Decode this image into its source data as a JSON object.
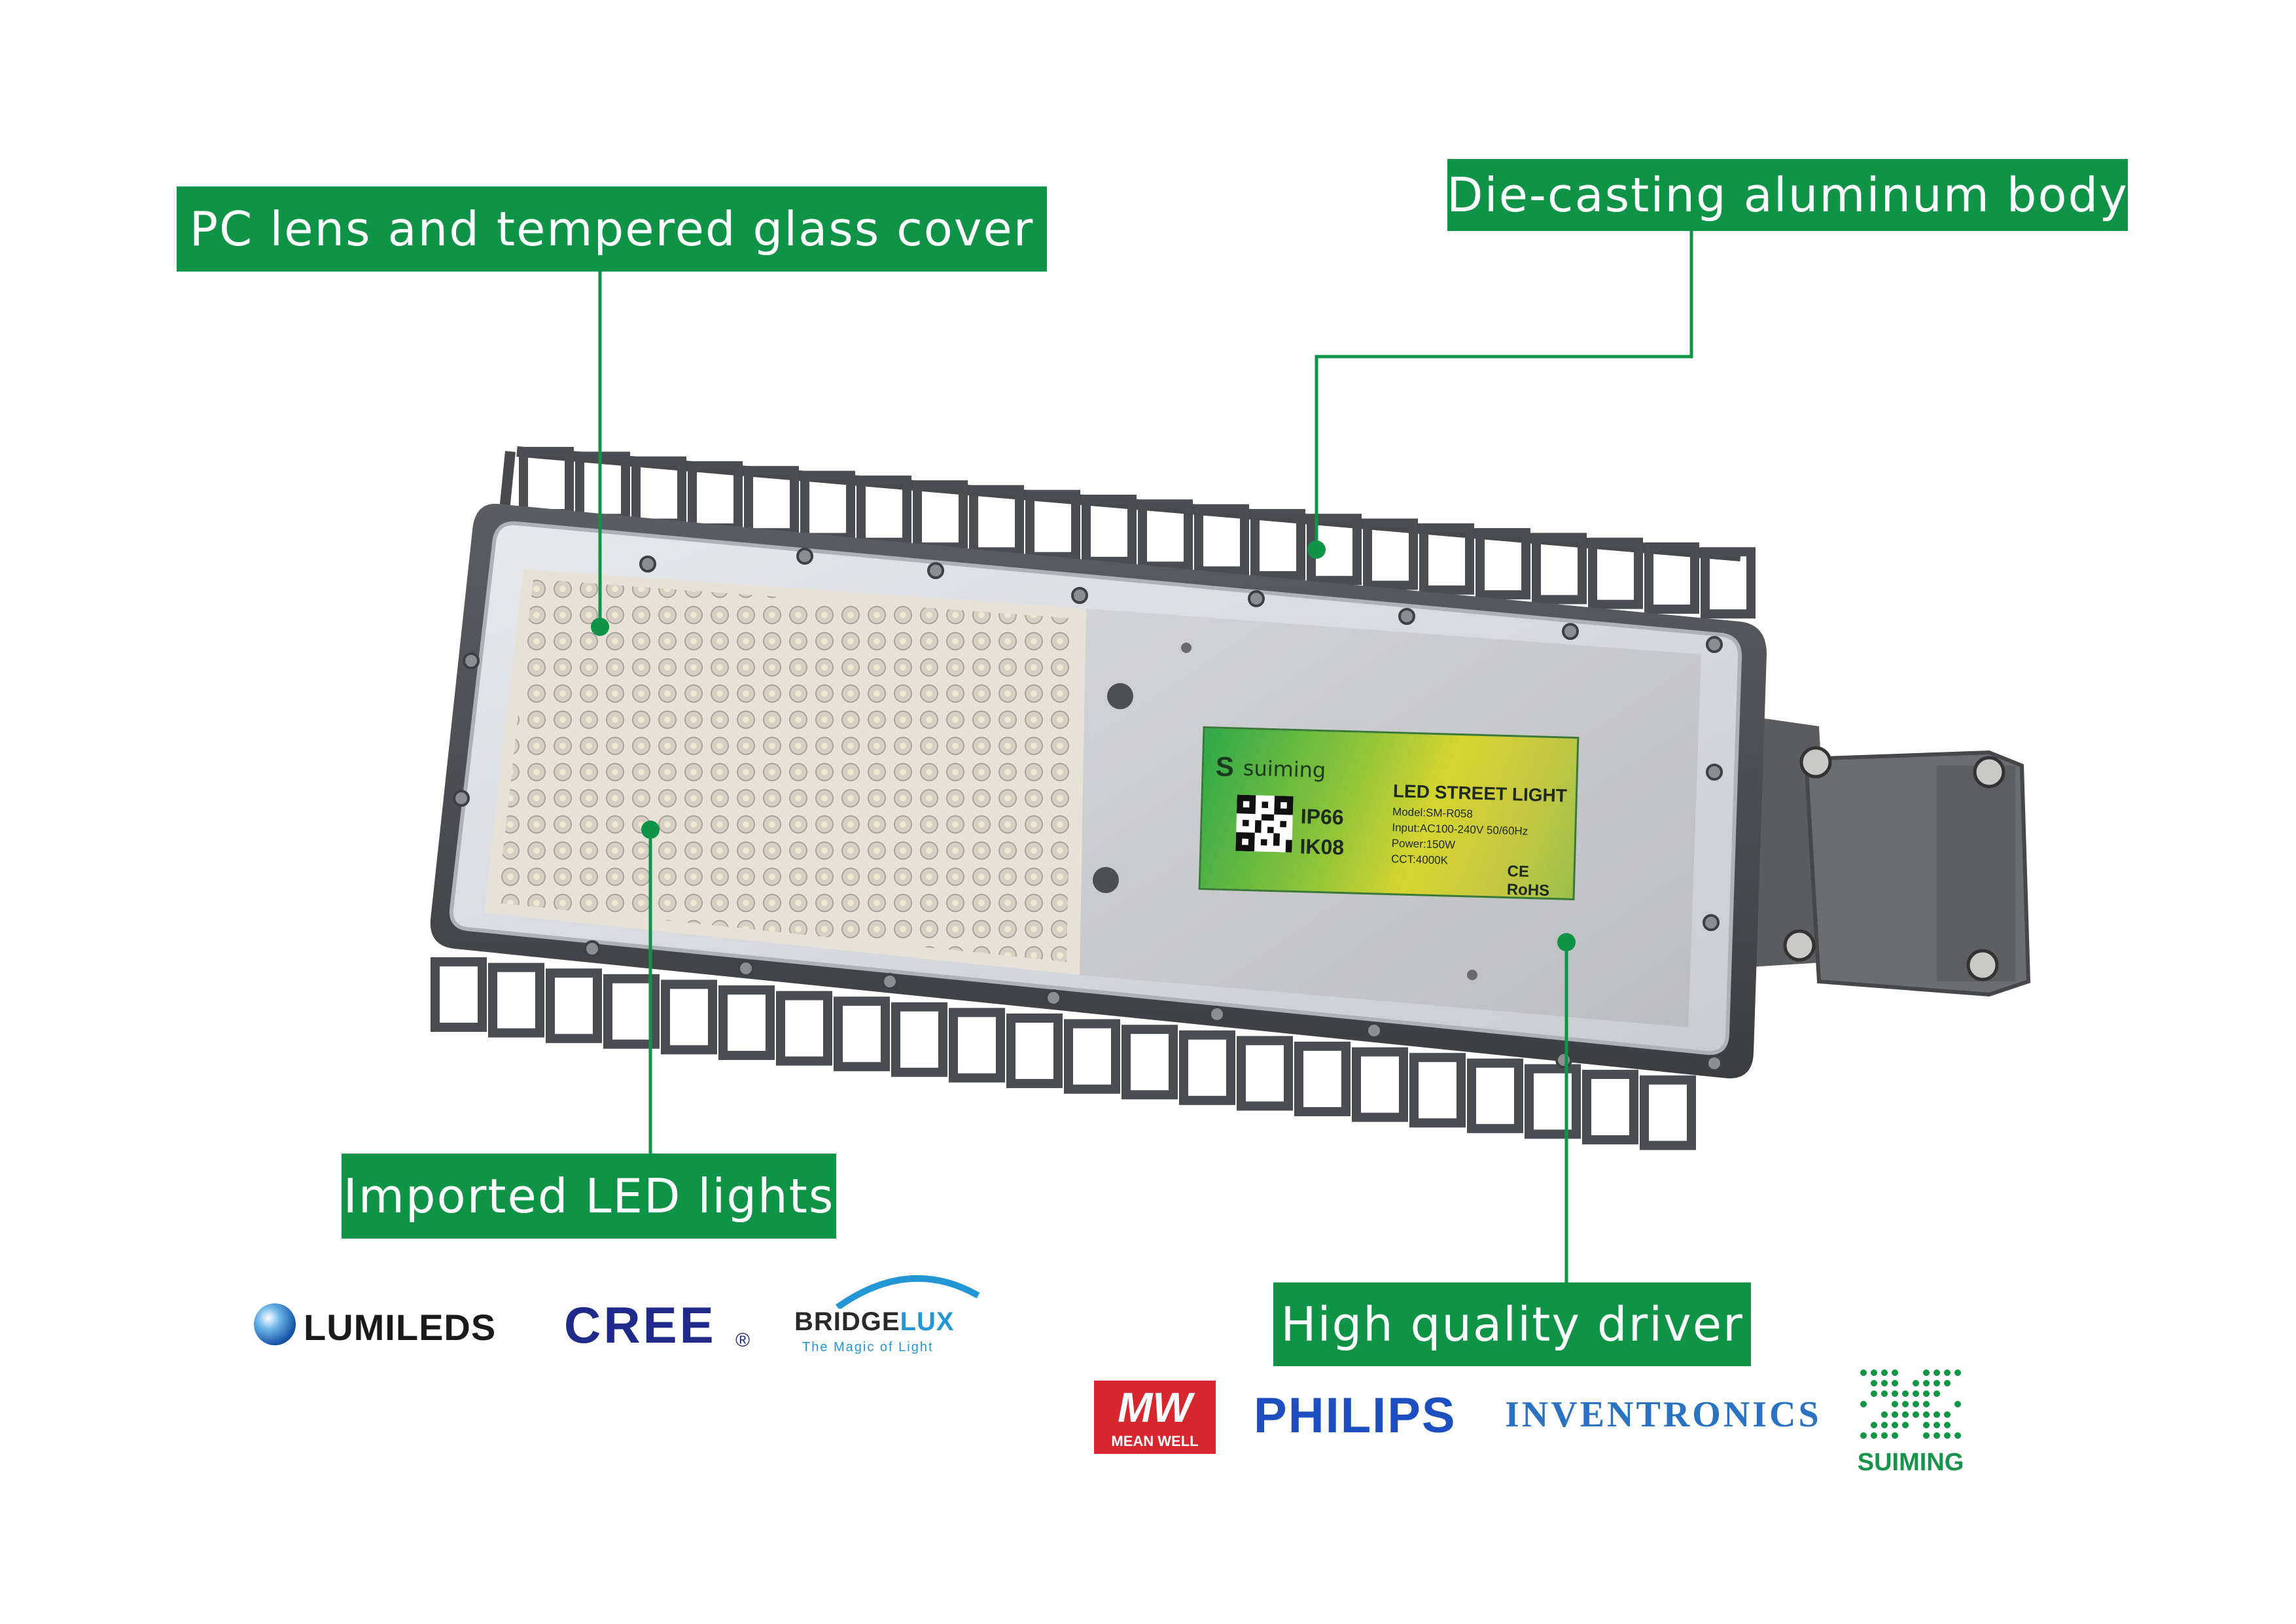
{
  "callouts": {
    "lens": "PC lens and tempered glass cover",
    "body": "Die-casting aluminum body",
    "led": "Imported LED lights",
    "driver": "High quality  driver"
  },
  "nameplate": {
    "brand": "suiming",
    "brand_mark": "S",
    "title": "LED STREET LIGHT",
    "model": "Model:SM-R058",
    "input": "Input:AC100-240V 50/60Hz",
    "power": "Power:150W",
    "cct": "CCT:4000K",
    "ip_rating": "IP66",
    "ik_rating": "IK08",
    "certifications": "CE RoHS"
  },
  "led_brands": {
    "lumileds": "LUMILEDS",
    "cree": "CREE",
    "cree_reg": "®",
    "bridgelux_a": "BRIDGE",
    "bridgelux_b": "LUX",
    "bridgelux_tag": "The Magic of Light"
  },
  "driver_brands": {
    "meanwell_mark": "MW",
    "meanwell": "MEAN WELL",
    "philips": "PHILIPS",
    "inventronics": "INVENTRONICS",
    "suiming": "SUIMING"
  },
  "colors": {
    "accent_green": "#0f9447",
    "housing_gray": "#4a4d51",
    "philips_blue": "#1e4fc1",
    "meanwell_red": "#d8262e"
  }
}
